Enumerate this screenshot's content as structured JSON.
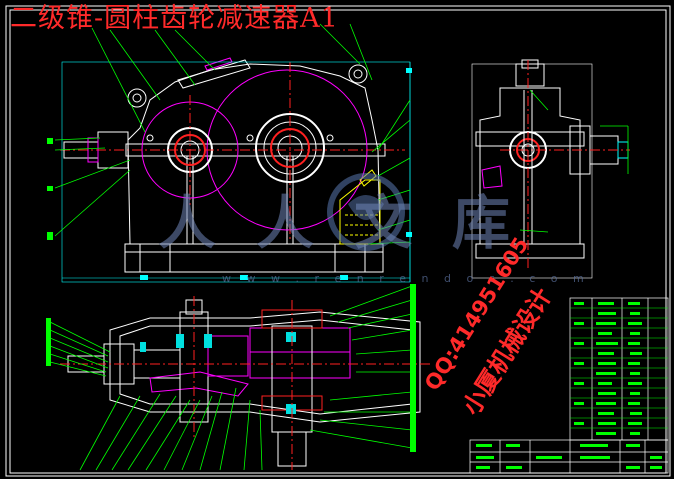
{
  "drawing": {
    "title": "二级锥-圆柱齿轮减速器A1",
    "watermark": "人人文库",
    "watermark_url": "w w w . r e n r e n d o c . c o m",
    "qq_text": "QQ:414951605",
    "studio_text": "小厦机械设计"
  },
  "colors": {
    "background": "#000000",
    "outline": "#ffffff",
    "leader": "#00ff00",
    "part": "#ff00ff",
    "center": "#ff2020",
    "dimension": "#00ffff",
    "accent": "#00e0e0",
    "hatch": "#ffff00",
    "stamp": "#ff2a2a"
  }
}
